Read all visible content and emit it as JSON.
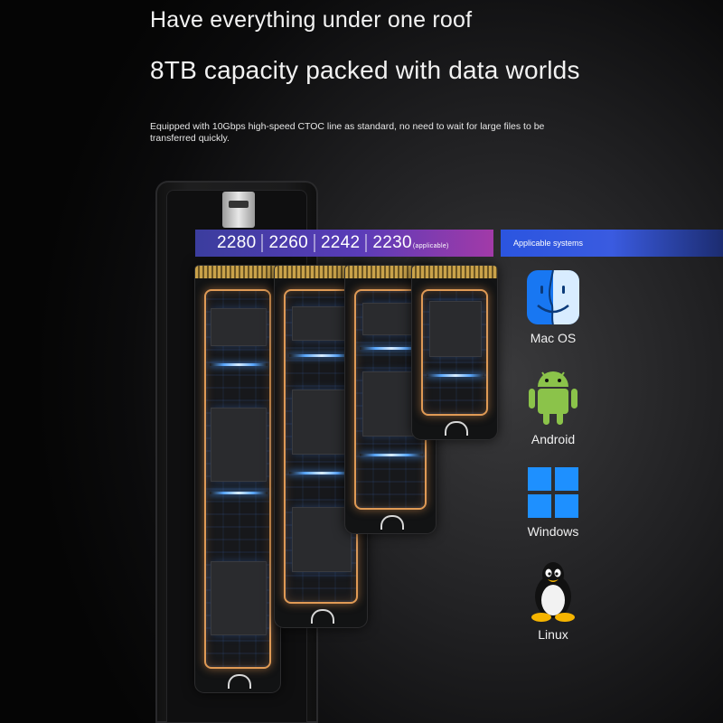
{
  "headline": "Have everything under one roof",
  "subheadline": "8TB capacity packed with data worlds",
  "description": "Equipped with 10Gbps high-speed CTOC line as standard, no need to wait for large files to be transferred quickly.",
  "sizes": [
    {
      "label": "2280",
      "note": ""
    },
    {
      "label": "2260",
      "note": ""
    },
    {
      "label": "2242",
      "note": ""
    },
    {
      "label": "2230",
      "note": "(applicable)"
    }
  ],
  "systems_header": "Applicable systems",
  "systems": [
    {
      "label": "Mac OS",
      "icon": "macos-finder-icon"
    },
    {
      "label": "Android",
      "icon": "android-icon"
    },
    {
      "label": "Windows",
      "icon": "windows-icon"
    },
    {
      "label": "Linux",
      "icon": "linux-tux-icon"
    }
  ],
  "colors": {
    "size_strip_start": "#3b3d9e",
    "size_strip_end": "#a23aa8",
    "systems_header": "#2b55e0",
    "glow_orange": "#e09a55",
    "glow_blue": "#5aa8ff",
    "android_green": "#8bc34a",
    "windows_blue": "#1e90ff"
  }
}
